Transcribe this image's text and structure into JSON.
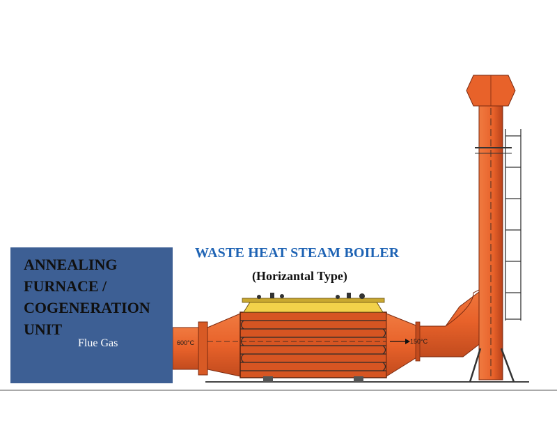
{
  "furnace": {
    "label": "ANNEALING\nFURNACE /\nCOGENERATION\nUNIT",
    "color": "#3d5f94"
  },
  "flue": {
    "label": "Flue Gas"
  },
  "boiler": {
    "title": "WASTE HEAT STEAM BOILER",
    "subtitle": "(Horizantal Type)",
    "inlet_temp": "600°C",
    "outlet_temp": "150°C"
  },
  "colors": {
    "duct_orange": "#e8622a",
    "duct_shadow": "#b8411a",
    "boiler_top_yellow": "#f2d24a",
    "title_blue": "#1e63b4"
  },
  "header": {
    "text": ""
  }
}
